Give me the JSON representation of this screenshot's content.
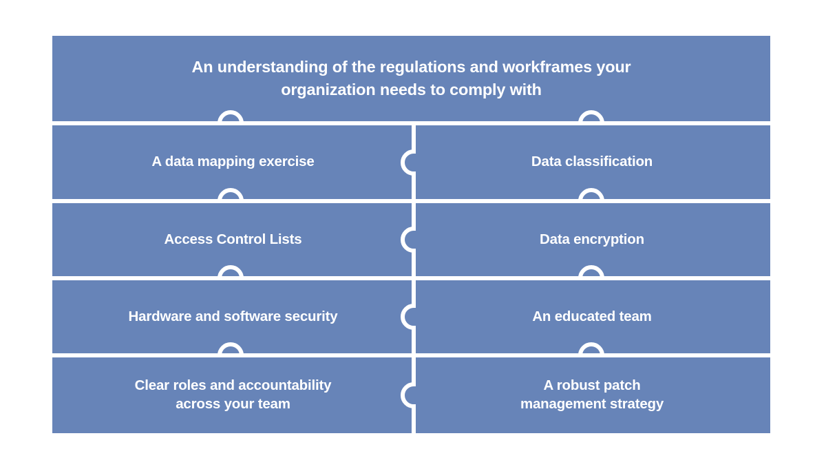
{
  "diagram": {
    "type": "puzzle-piece-list",
    "title": "An understanding of the regulations and workframes your organization needs to comply with",
    "colors": {
      "piece_fill": "#6784b8",
      "separator": "#ffffff",
      "text": "#ffffff",
      "background": "#ffffff"
    },
    "banner": {
      "label": "An understanding of the regulations and workframes your organization needs to comply with",
      "line_1": "An understanding of the regulations and workframes your",
      "line_2": "organization needs to comply with"
    },
    "rows": [
      {
        "left": {
          "label": "A data mapping exercise",
          "line_1": "A data mapping exercise",
          "line_2": ""
        },
        "right": {
          "label": "Data classification",
          "line_1": "Data classification",
          "line_2": ""
        }
      },
      {
        "left": {
          "label": "Access Control Lists",
          "line_1": "Access Control Lists",
          "line_2": ""
        },
        "right": {
          "label": "Data encryption",
          "line_1": "Data encryption",
          "line_2": ""
        }
      },
      {
        "left": {
          "label": "Hardware and software security",
          "line_1": "Hardware and software security",
          "line_2": ""
        },
        "right": {
          "label": "An educated team",
          "line_1": "An educated team",
          "line_2": ""
        }
      },
      {
        "left": {
          "label": "Clear roles and accountability across your team",
          "line_1": "Clear roles and accountability",
          "line_2": "across your team"
        },
        "right": {
          "label": "A robust patch management strategy",
          "line_1": "A robust patch",
          "line_2": "management strategy"
        }
      }
    ],
    "connectors": {
      "horizontal_knob_icon": "puzzle-knob-up-icon",
      "vertical_knob_icon": "puzzle-knob-right-icon",
      "count_horizontal": 8,
      "count_vertical": 4
    }
  }
}
